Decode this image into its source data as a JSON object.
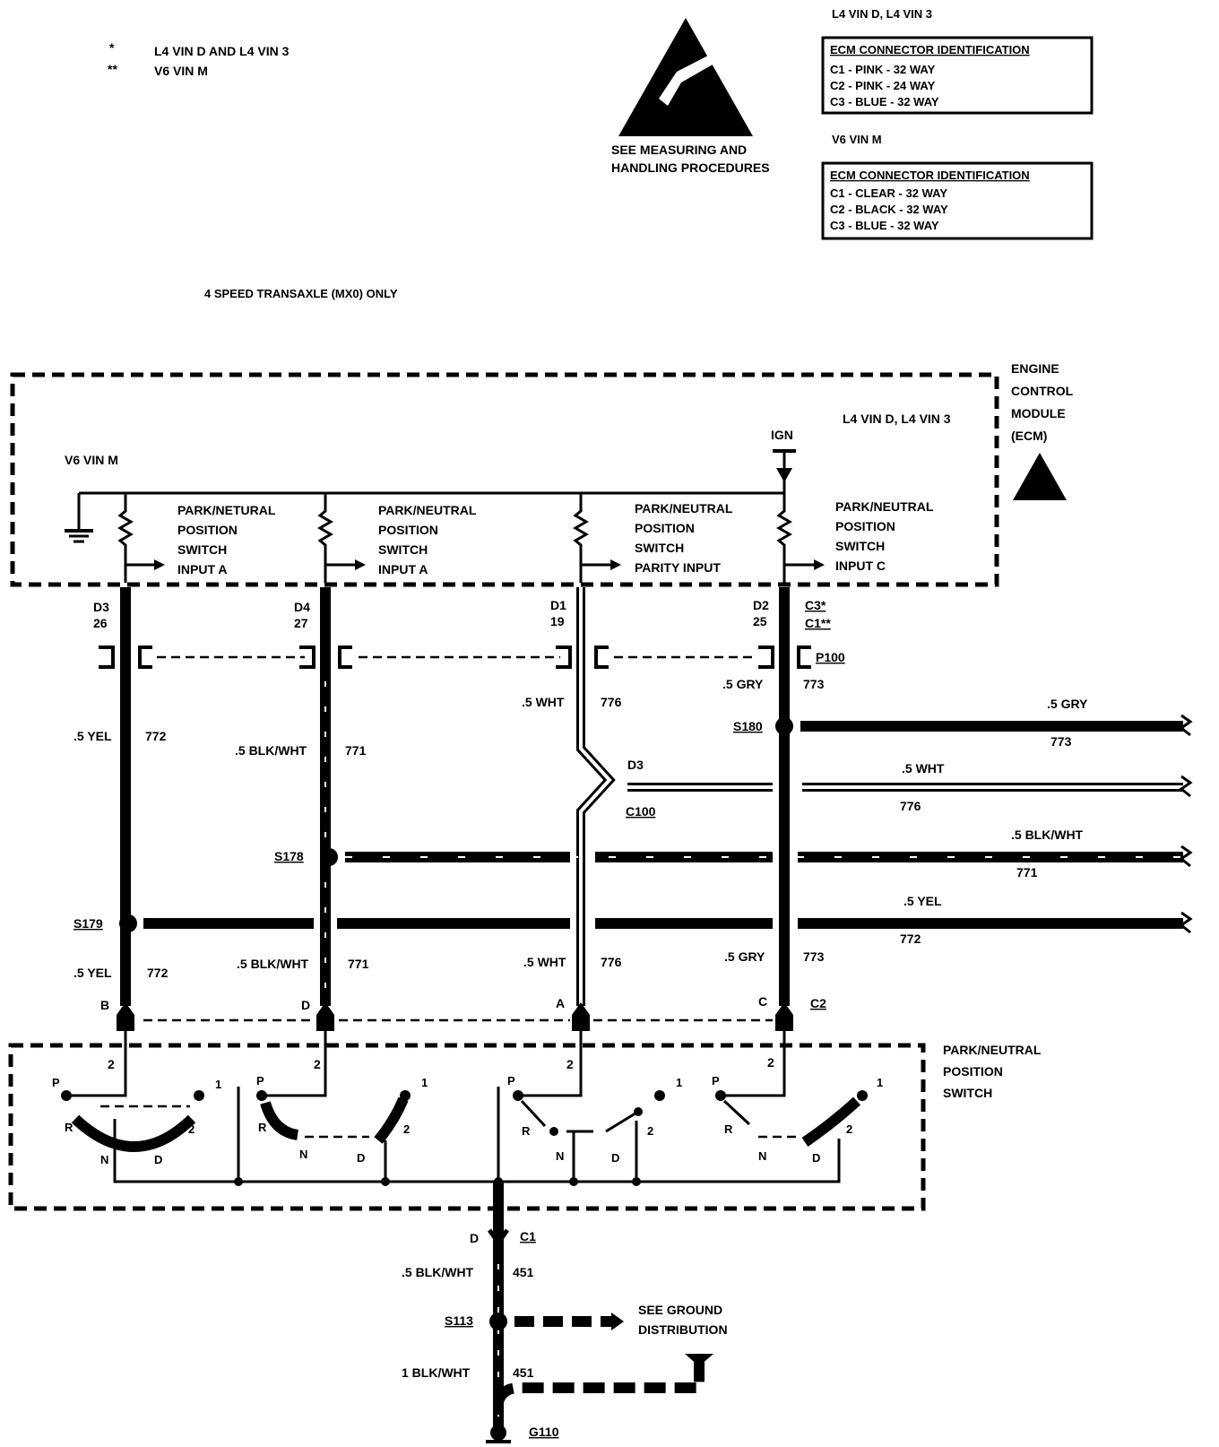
{
  "legend": {
    "star1_symbol": "*",
    "star1_text": "L4 VIN D AND L4 VIN 3",
    "star2_symbol": "**",
    "star2_text": "V6 VIN M"
  },
  "esd": {
    "caption_line1": "SEE MEASURING AND",
    "caption_line2": "HANDLING PROCEDURES"
  },
  "connector_tables": [
    {
      "header": "L4 VIN D, L4 VIN 3",
      "title": "ECM CONNECTOR IDENTIFICATION",
      "rows": [
        "C1 - PINK - 32 WAY",
        "C2 - PINK - 24 WAY",
        "C3 - BLUE - 32 WAY"
      ]
    },
    {
      "header": "V6 VIN M",
      "title": "ECM CONNECTOR IDENTIFICATION",
      "rows": [
        "C1 - CLEAR - 32 WAY",
        "C2 - BLACK - 32 WAY",
        "C3 - BLUE - 32 WAY"
      ]
    }
  ],
  "note": "4 SPEED TRANSAXLE (MX0) ONLY",
  "ecm": {
    "label_lines": [
      "ENGINE",
      "CONTROL",
      "MODULE",
      "(ECM)"
    ],
    "variant_left": "V6 VIN M",
    "variant_right": "L4 VIN D, L4 VIN 3",
    "ign": "IGN",
    "inputs": [
      {
        "lines": [
          "PARK/NETURAL",
          "POSITION",
          "SWITCH",
          "INPUT A"
        ]
      },
      {
        "lines": [
          "PARK/NEUTRAL",
          "POSITION",
          "SWITCH",
          "INPUT A"
        ]
      },
      {
        "lines": [
          "PARK/NEUTRAL",
          "POSITION",
          "SWITCH",
          "PARITY INPUT"
        ]
      },
      {
        "lines": [
          "PARK/NEUTRAL",
          "POSITION",
          "SWITCH",
          "INPUT C"
        ]
      }
    ]
  },
  "ecm_pins": [
    {
      "pin": "D3",
      "alt": "26"
    },
    {
      "pin": "D4",
      "alt": "27"
    },
    {
      "pin": "D1",
      "alt": "19"
    },
    {
      "pin": "D2",
      "alt": "25"
    }
  ],
  "ecm_connectors": {
    "c3": "C3*",
    "c1": "C1**",
    "p100": "P100"
  },
  "wires": {
    "w772_color": ".5 YEL",
    "w772_circuit": "772",
    "w771_color": ".5 BLK/WHT",
    "w771_circuit": "771",
    "w776_color": ".5 WHT",
    "w776_circuit": "776",
    "w773_color": ".5 GRY",
    "w773_circuit": "773"
  },
  "splices": {
    "s180": "S180",
    "s178": "S178",
    "s179": "S179",
    "s113": "S113"
  },
  "c100": {
    "pin": "D3",
    "name": "C100"
  },
  "lower_wires": [
    {
      "color": ".5 YEL",
      "circuit": "772"
    },
    {
      "color": ".5 BLK/WHT",
      "circuit": "771"
    },
    {
      "color": ".5 WHT",
      "circuit": "776"
    },
    {
      "color": ".5 GRY",
      "circuit": "773"
    }
  ],
  "right_runs": [
    {
      "color": ".5 GRY",
      "circuit": "773"
    },
    {
      "color": ".5 WHT",
      "circuit": "776"
    },
    {
      "color": ".5 BLK/WHT",
      "circuit": "771"
    },
    {
      "color": ".5 YEL",
      "circuit": "772"
    }
  ],
  "c2_connector": {
    "pins": [
      "B",
      "D",
      "A",
      "C"
    ],
    "name": "C2"
  },
  "switch": {
    "label_lines": [
      "PARK/NEUTRAL",
      "POSITION",
      "SWITCH"
    ],
    "input_pin": "2",
    "positions": {
      "p": "P",
      "r": "R",
      "n": "N",
      "d": "D",
      "one": "1",
      "two": "2"
    }
  },
  "ground": {
    "c1_pin": "D",
    "c1_name": "C1",
    "w451a_color": ".5 BLK/WHT",
    "w451a_circuit": "451",
    "see_line1": "SEE GROUND",
    "see_line2": "DISTRIBUTION",
    "w451b_color": "1 BLK/WHT",
    "w451b_circuit": "451",
    "g110": "G110"
  }
}
